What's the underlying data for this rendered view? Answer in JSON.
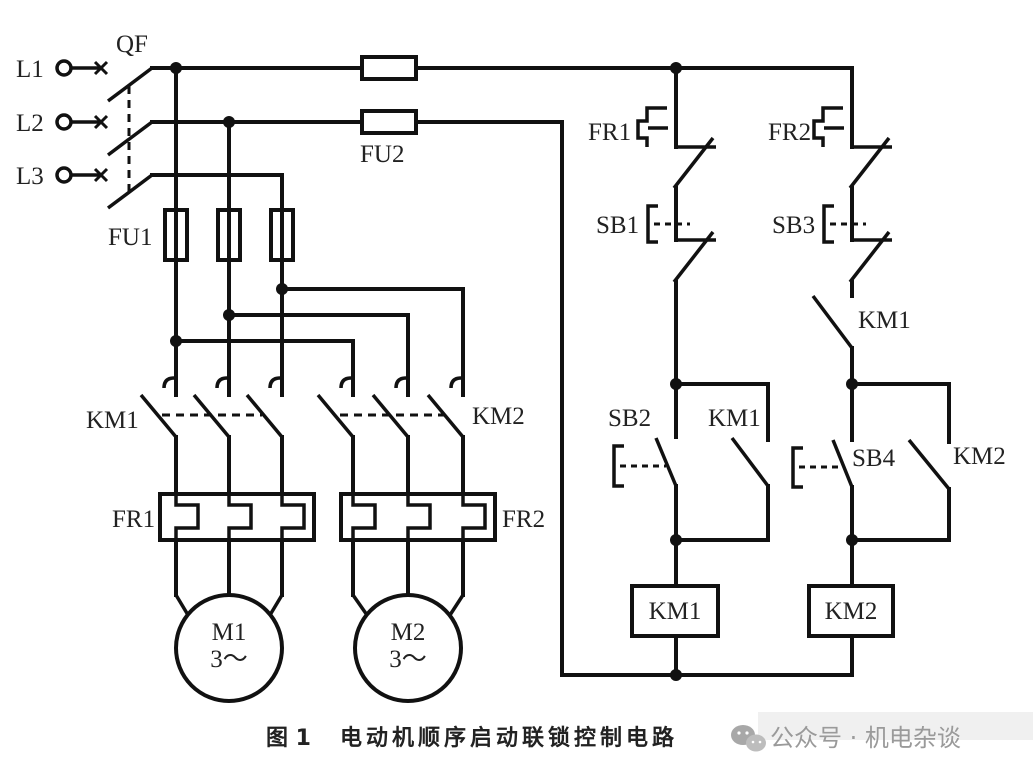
{
  "figure": {
    "caption_number": "图 1",
    "caption_title": "电动机顺序启动联锁控制电路"
  },
  "power_circuit": {
    "phases": [
      "L1",
      "L2",
      "L3"
    ],
    "breaker": "QF",
    "main_fuses": "FU1",
    "control_fuse": "FU2",
    "contactor_km1": "KM1",
    "contactor_km2": "KM2",
    "overload_fr1": "FR1",
    "overload_fr2": "FR2",
    "motor1": {
      "name": "M1",
      "type": "3～"
    },
    "motor2": {
      "name": "M2",
      "type": "3～"
    }
  },
  "control_circuit": {
    "branch1": {
      "overload_contact": "FR1",
      "stop_button": "SB1",
      "start_button": "SB2",
      "hold_contact": "KM1",
      "coil": "KM1"
    },
    "branch2": {
      "overload_contact": "FR2",
      "stop_button": "SB3",
      "interlock_contact": "KM1",
      "start_button": "SB4",
      "hold_contact": "KM2",
      "coil": "KM2"
    }
  },
  "watermark": {
    "icon": "wechat-icon",
    "text": "公众号 · 机电杂谈"
  }
}
